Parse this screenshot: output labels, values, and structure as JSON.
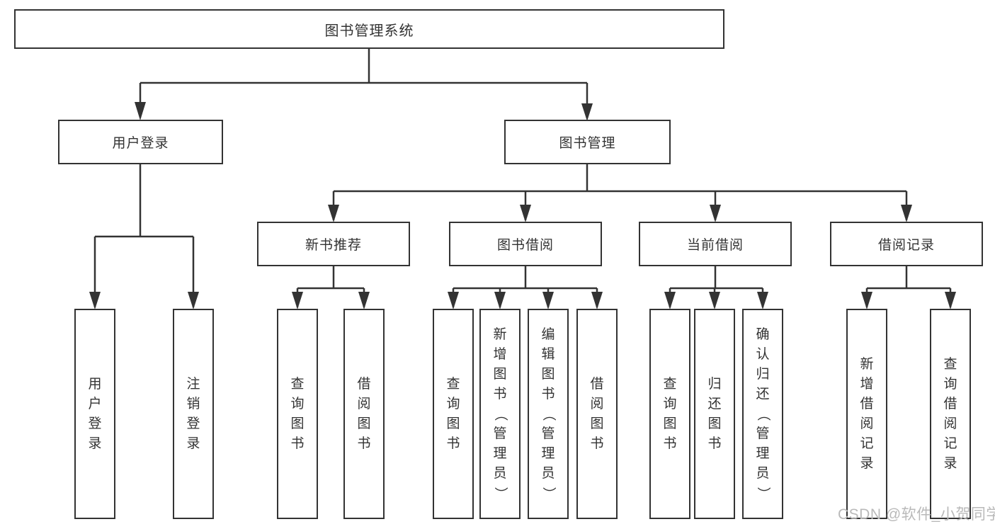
{
  "diagram": {
    "root": {
      "label": "图书管理系统"
    },
    "level2": [
      {
        "label": "用户登录"
      },
      {
        "label": "图书管理"
      }
    ],
    "level3": [
      {
        "label": "新书推荐"
      },
      {
        "label": "图书借阅"
      },
      {
        "label": "当前借阅"
      },
      {
        "label": "借阅记录"
      }
    ],
    "leaves": {
      "user_login": [
        "用户登录",
        "注销登录"
      ],
      "new_book": [
        "查询图书",
        "借阅图书"
      ],
      "book_borrow": [
        "查询图书",
        "新增图书（管理员）",
        "编辑图书（管理员）",
        "借阅图书"
      ],
      "current_borrow": [
        "查询图书",
        "归还图书",
        "确认归还（管理员）"
      ],
      "borrow_record": [
        "新增借阅记录",
        "查询借阅记录"
      ]
    }
  },
  "watermark": "CSDN @软件_小贺同学",
  "colors": {
    "line": "#333333",
    "box_border": "#333333",
    "text": "#333333",
    "watermark": "#b9b9b9",
    "background": "#ffffff"
  }
}
